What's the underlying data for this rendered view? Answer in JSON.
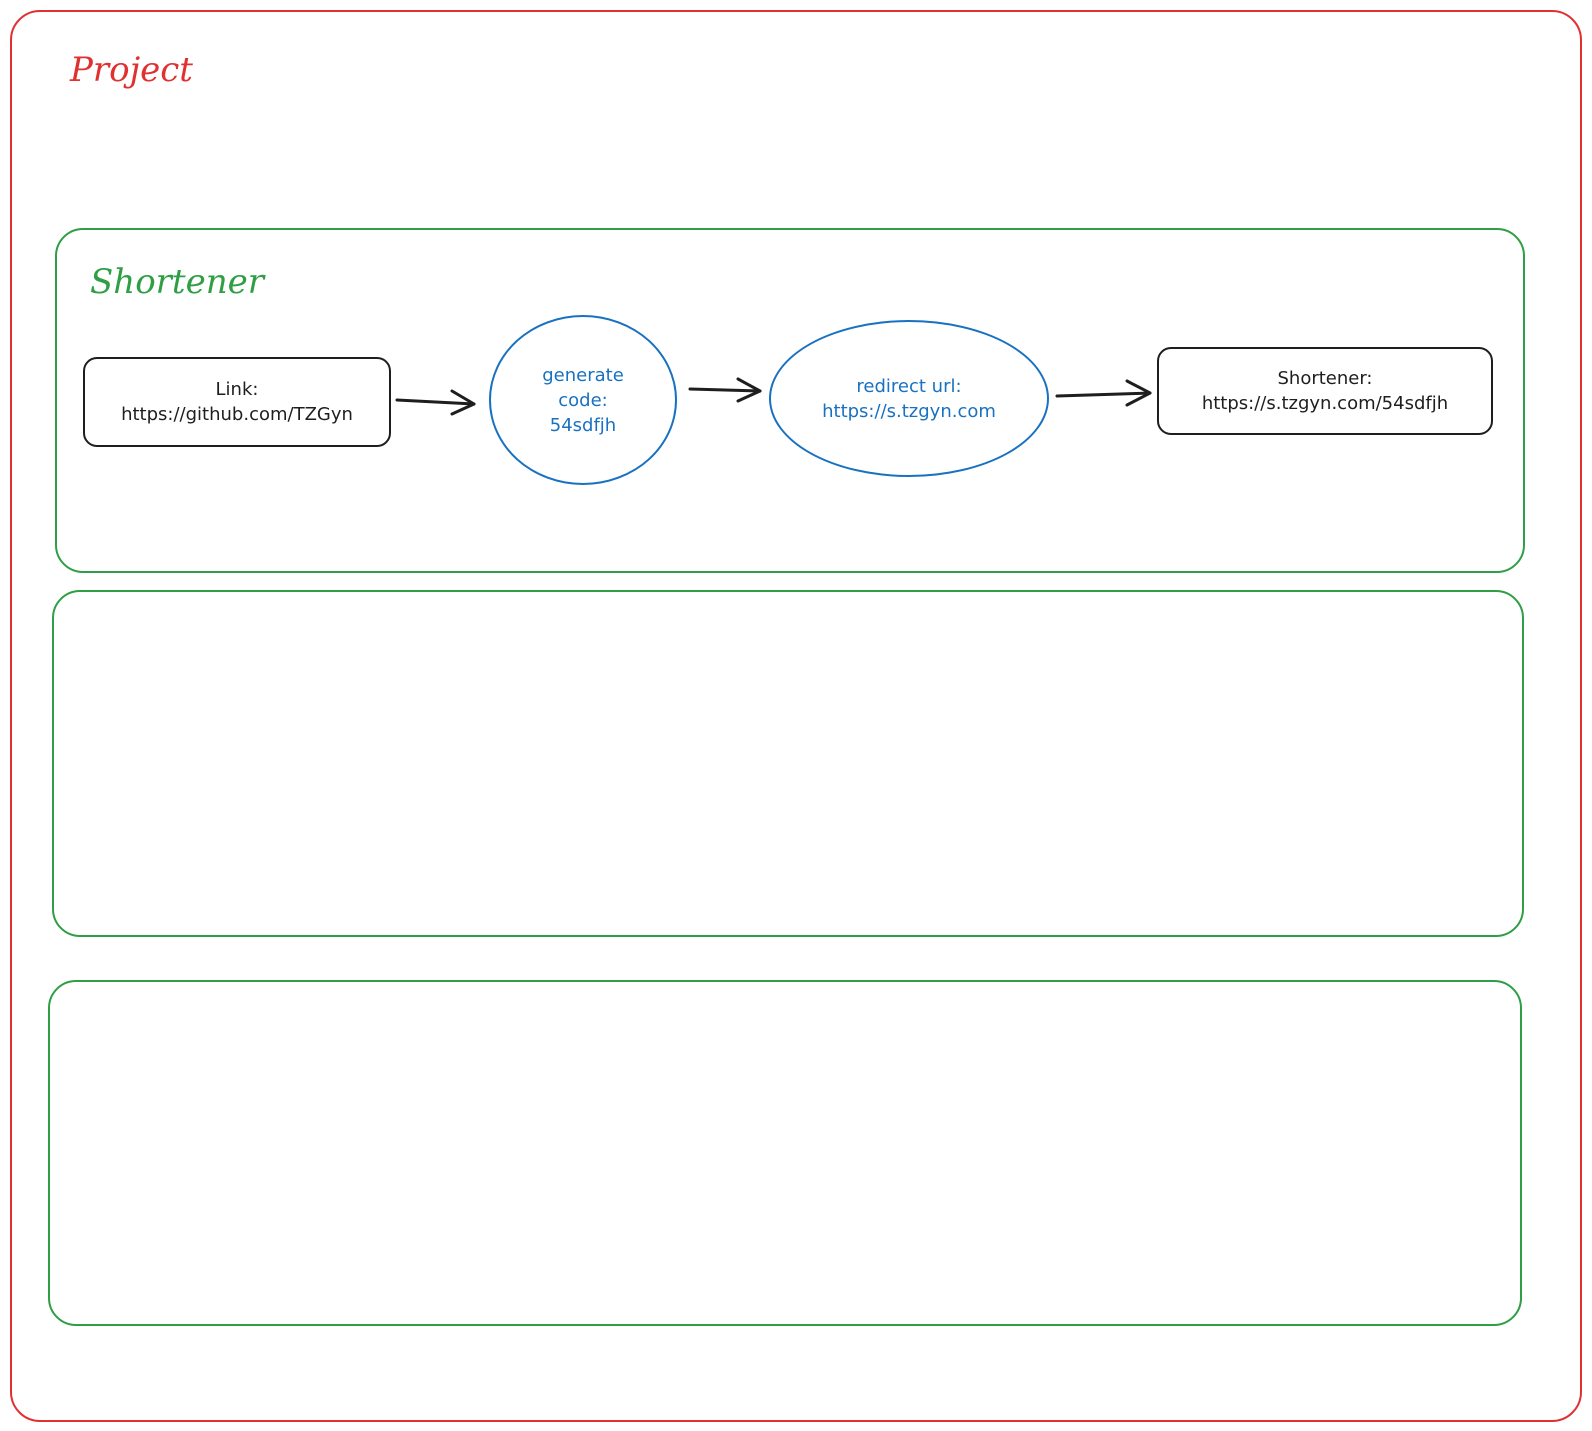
{
  "colors": {
    "project": "#e03131",
    "section": "#2f9e44",
    "process": "#1971c2",
    "default": "#1e1e1e",
    "background": "#ffffff"
  },
  "project": {
    "title": "Project"
  },
  "shortener_section": {
    "title": "Shortener"
  },
  "nodes": {
    "link": "Link:\nhttps://github.com/TZGyn",
    "generate_code": "generate\ncode:\n54sdfjh",
    "redirect_url": "redirect url:\nhttps://s.tzgyn.com",
    "shortened": "Shortener:\nhttps://s.tzgyn.com/54sdfjh"
  },
  "edges": [
    {
      "from": "link",
      "to": "generate_code"
    },
    {
      "from": "generate_code",
      "to": "redirect_url"
    },
    {
      "from": "redirect_url",
      "to": "shortened"
    }
  ],
  "empty_sections": 2
}
